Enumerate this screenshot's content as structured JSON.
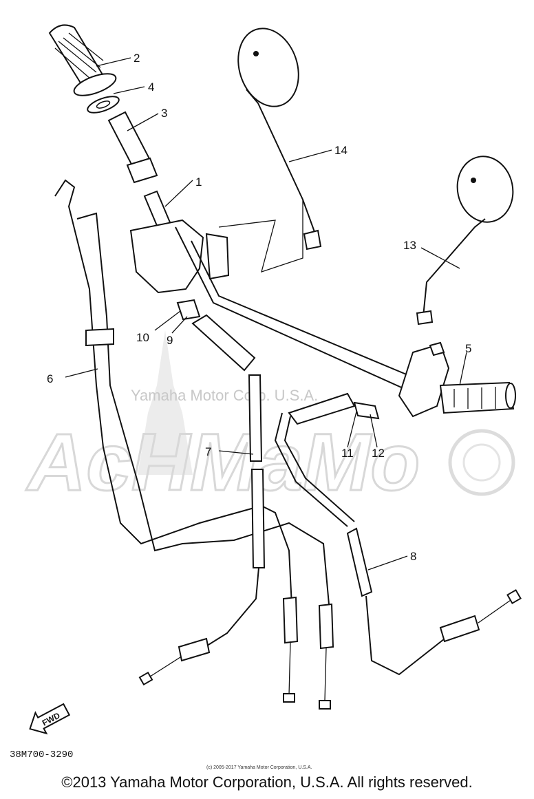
{
  "callouts": {
    "c1": "1",
    "c2": "2",
    "c3": "3",
    "c4": "4",
    "c5": "5",
    "c6": "6",
    "c7": "7",
    "c8": "8",
    "c9": "9",
    "c10": "10",
    "c11": "11",
    "c12": "12",
    "c13": "13",
    "c14": "14"
  },
  "fwd_label": "FWD",
  "part_code": "38M700-3290",
  "watermark": {
    "text": "Yamaha Motor Corp. U.S.A.",
    "logo": "AcHMaMo"
  },
  "small_copyright": "(c) 2005-2017 Yamaha Motor Corporation, U.S.A.",
  "footer": "©2013 Yamaha Motor Corporation, U.S.A. All rights reserved."
}
